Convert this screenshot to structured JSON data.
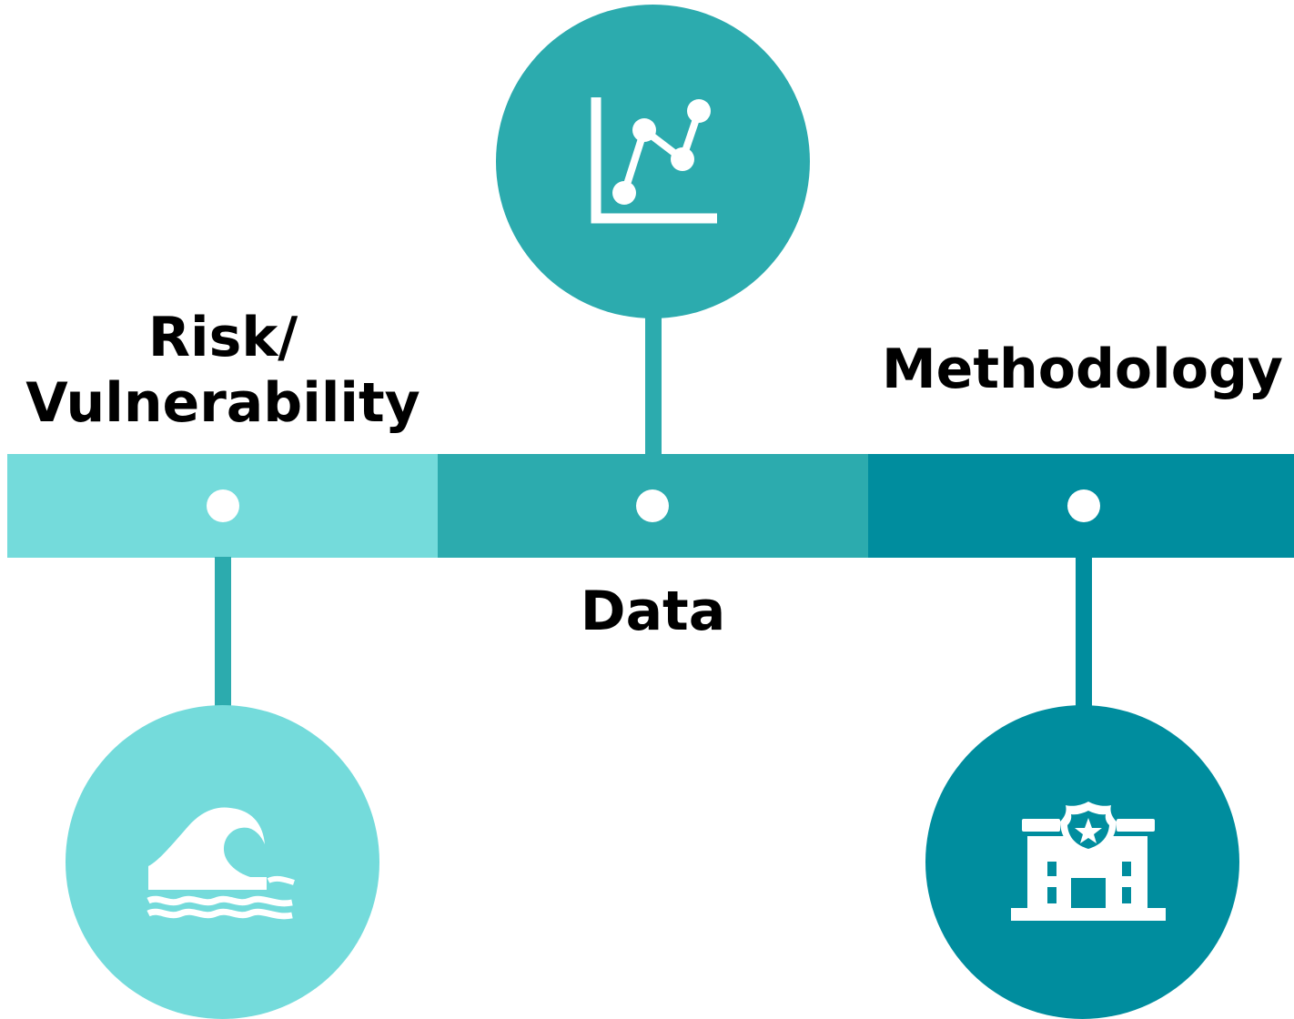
{
  "colors": {
    "risk": "#74DBDB",
    "data": "#2CABAE",
    "methodology": "#008D9E",
    "text": "#000000",
    "icon": "#ffffff"
  },
  "items": [
    {
      "label_lines": [
        "Risk/",
        "Vulnerability"
      ],
      "icon": "wave-icon",
      "color": "#74DBDB"
    },
    {
      "label_lines": [
        "Data"
      ],
      "icon": "line-chart-icon",
      "color": "#2CABAE"
    },
    {
      "label_lines": [
        "Methodology"
      ],
      "icon": "police-station-icon",
      "color": "#008D9E"
    }
  ]
}
